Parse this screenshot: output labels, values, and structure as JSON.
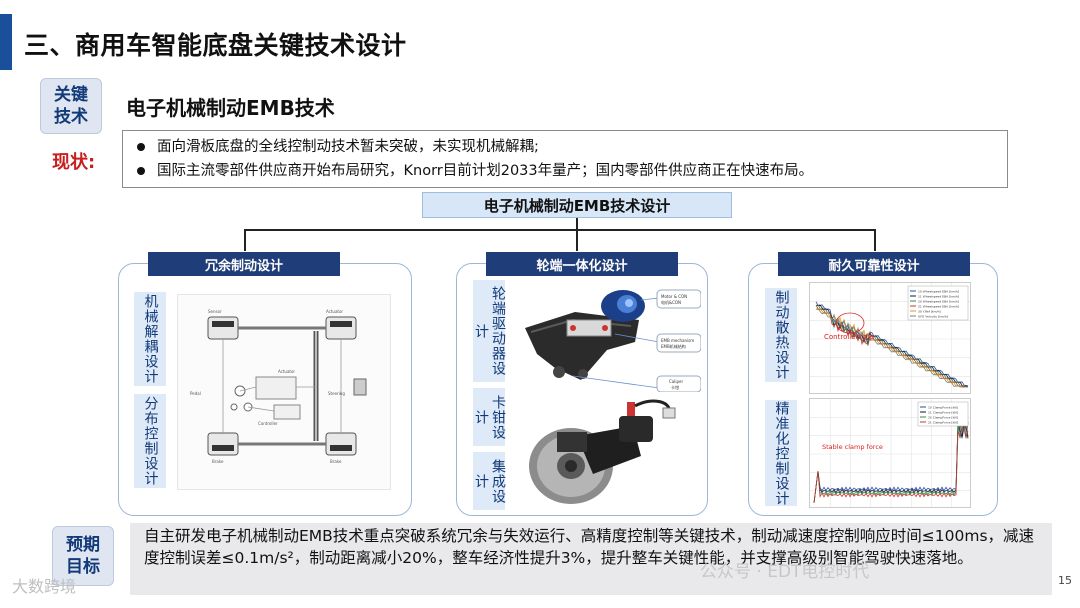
{
  "slide": {
    "title": "三、商用车智能底盘关键技术设计",
    "page_number": "15"
  },
  "key_tag": {
    "line1": "关键",
    "line2": "技术"
  },
  "section_title": "电子机械制动EMB技术",
  "status": {
    "label": "现状:",
    "bullets": [
      "面向滑板底盘的全线控制动技术暂未突破，未实现机械解耦;",
      "国际主流零部件供应商开始布局研究，Knorr目前计划2033年量产；国内零部件供应商正在快速布局。"
    ]
  },
  "main_header": "电子机械制动EMB技术设计",
  "panels": {
    "left": {
      "title": "冗余制动设计",
      "labels": [
        "机械解耦设计",
        "分布控制设计"
      ],
      "diagram_small_text": [
        "Sensor",
        "Brake",
        "Actuator",
        "Controller",
        "Pedal",
        "Brake",
        "Steering",
        "Actuator"
      ]
    },
    "middle": {
      "title": "轮端一体化设计",
      "labels": [
        "轮端驱动器设计",
        "卡钳设计",
        "集成设计"
      ],
      "callouts": [
        {
          "en": "Motor & CON",
          "cn": "电机&CON"
        },
        {
          "en": "EMB mechanism",
          "cn": "EMB机械结构"
        },
        {
          "en": "Caliper",
          "cn": "卡钳"
        }
      ]
    },
    "right": {
      "title": "耐久可靠性设计",
      "labels": [
        "制动散热设计",
        "精准化控制设计"
      ],
      "top_plot": {
        "annotation": "Controlled slip",
        "legend": [
          "10 Wheelspeed EBA [km/h]",
          "11 Wheelspeed EBA [km/h]",
          "20 Wheelspeed EBA [km/h]",
          "21 Wheelspeed EBA [km/h]",
          "30 Y.Ref [km/h]",
          "UFO Velocity [km/h]"
        ],
        "colors": [
          "#2a4db0",
          "#1a1a1a",
          "#2e8b57",
          "#c0392b",
          "#d4a017",
          "#7f7f7f"
        ]
      },
      "bottom_plot": {
        "annotation": "Stable clamp force",
        "legend": [
          "10 ClampForce [kN]",
          "11 ClampForce [kN]",
          "20 ClampForce [kN]",
          "21 ClampForce [kN]"
        ],
        "colors": [
          "#2a4db0",
          "#1a1a1a",
          "#2e8b57",
          "#c0392b"
        ]
      }
    }
  },
  "goal": {
    "tag_line1": "预期",
    "tag_line2": "目标",
    "text": "自主研发电子机械制动EMB技术重点突破系统冗余与失效运行、高精度控制等关键技术，制动减速度控制响应时间≤100ms，减速度控制误差≤0.1m/s²，制动距离减小20%，整车经济性提升3%，提升整车关键性能，并支撑高级别智能驾驶快速落地。"
  },
  "watermarks": [
    "大数跨境",
    "公众号 · EDT电控时代"
  ],
  "colors": {
    "accent": "#1a4f9c",
    "panel_head": "#1f3d78",
    "status_red": "#c81e1e",
    "tag_bg": "#dfe6f2"
  }
}
